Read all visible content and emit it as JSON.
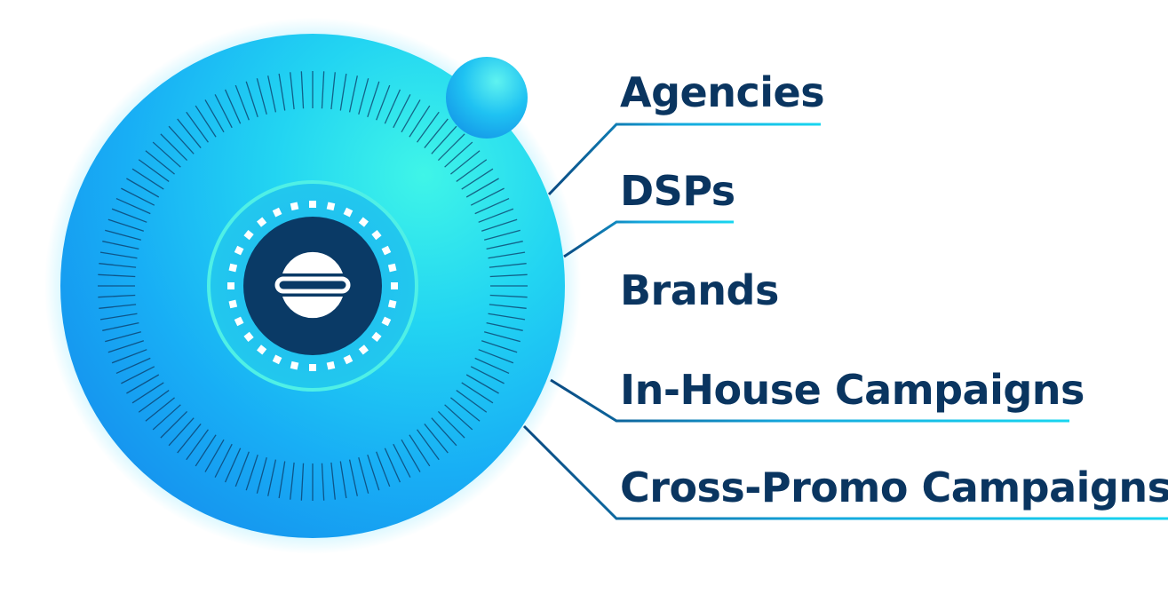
{
  "diagram": {
    "hub": {
      "name": "hub-logo"
    },
    "labels": [
      {
        "id": "agencies",
        "text": "Agencies"
      },
      {
        "id": "dsps",
        "text": "DSPs"
      },
      {
        "id": "brands",
        "text": "Brands"
      },
      {
        "id": "in-house",
        "text": "In-House Campaigns"
      },
      {
        "id": "cross-promo",
        "text": "Cross-Promo Campaigns"
      }
    ],
    "colors": {
      "label_text": "#0a3560",
      "connector_start": "#0a4a82",
      "connector_end": "#18d6f0",
      "sphere_light": "#3ff5e8",
      "sphere_mid": "#22c6f5",
      "sphere_dark": "#1596f0",
      "core": "#0a3a66",
      "inner_ring": "#4ff0e6"
    }
  }
}
